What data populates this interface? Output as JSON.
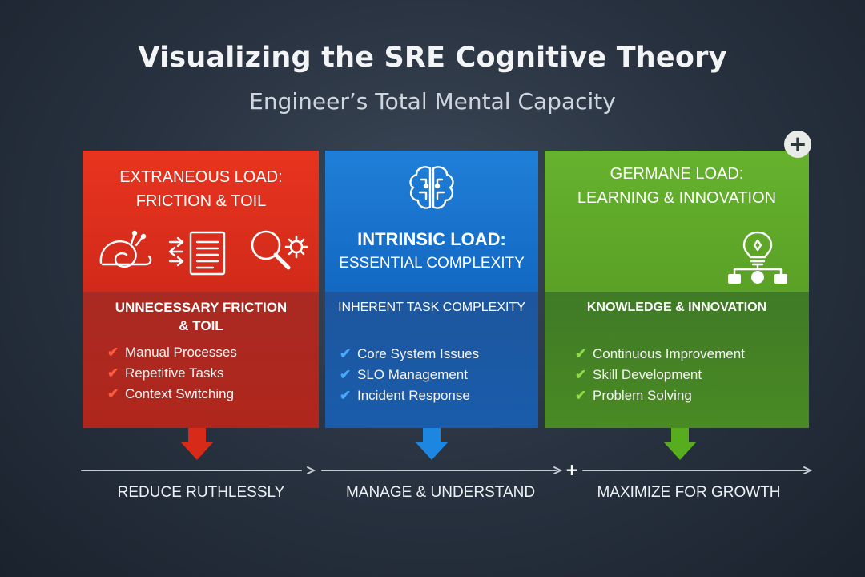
{
  "title": "Visualizing the SRE Cognitive Theory",
  "subtitle": "Engineer’s Total Mental Capacity",
  "colors": {
    "extraneous": "#e0301d",
    "intrinsic": "#1b74d0",
    "germane": "#5fa92a",
    "background": "#2a3442"
  },
  "panels": {
    "extraneous": {
      "title_lines": [
        "EXTRANEOUS LOAD:",
        "FRICTION & TOIL"
      ],
      "icons": [
        "snail-icon",
        "document-transfer-icon",
        "search-gear-icon"
      ],
      "sub_lines": [
        "UNNECESSARY FRICTION",
        "& TOIL"
      ],
      "items": [
        "Manual Processes",
        "Repetitive Tasks",
        "Context Switching"
      ],
      "footer": "REDUCE RUTHLESSLY"
    },
    "intrinsic": {
      "title_lines": [
        "INTRINSIC LOAD:",
        "ESSENTIAL COMPLEXITY"
      ],
      "icons": [
        "brain-circuit-icon"
      ],
      "sub_lines": [
        "INHERENT TASK COMPLEXITY"
      ],
      "items": [
        "Core System Issues",
        "SLO Management",
        "Incident Response"
      ],
      "footer": "MANAGE & UNDERSTAND"
    },
    "germane": {
      "title_lines": [
        "GERMANE LOAD:",
        "LEARNING & INNOVATION"
      ],
      "icons": [
        "lightbulb-network-icon",
        "plus-icon"
      ],
      "sub_lines": [
        "KNOWLEDGE & INNOVATION"
      ],
      "items": [
        "Continuous Improvement",
        "Skill Development",
        "Problem Solving"
      ],
      "footer": "MAXIMIZE FOR GROWTH"
    }
  },
  "glyphs": {
    "check": "✔",
    "plus": "+"
  }
}
